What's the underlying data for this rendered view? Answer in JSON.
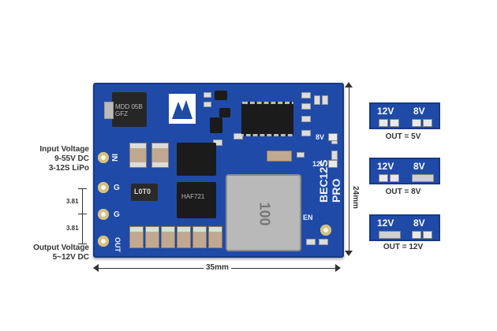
{
  "specs": {
    "input_title": "Input Voltage",
    "input_range": "9-55V DC",
    "input_cells": "3-12S LiPo",
    "output_title": "Output Voltage",
    "output_range": "5~12V DC"
  },
  "dimensions": {
    "width": "35mm",
    "height": "24mm",
    "pad_spacing_1": "3.81",
    "pad_spacing_2": "3.81"
  },
  "board": {
    "pads": [
      "IN",
      "G",
      "G",
      "OUT"
    ],
    "name": "BEC12S",
    "variant": "PRO",
    "jumper_labels": [
      "8V",
      "12V"
    ],
    "enable_label": "EN",
    "diode_marking": "MDD 05B GFZ",
    "mosfet_marking_1": "L0T0",
    "mosfet_marking_2": "HAF721",
    "inductor_marking": "100"
  },
  "configs": [
    {
      "left_label": "12V",
      "right_label": "8V",
      "caption": "OUT = 5V",
      "bridged": "none"
    },
    {
      "left_label": "12V",
      "right_label": "8V",
      "caption": "OUT = 8V",
      "bridged": "right"
    },
    {
      "left_label": "12V",
      "right_label": "8V",
      "caption": "OUT = 12V",
      "bridged": "left"
    }
  ],
  "colors": {
    "pcb": "#1f4aa8",
    "silkscreen": "#ffffff",
    "pad_gold": "#d7c17a"
  }
}
